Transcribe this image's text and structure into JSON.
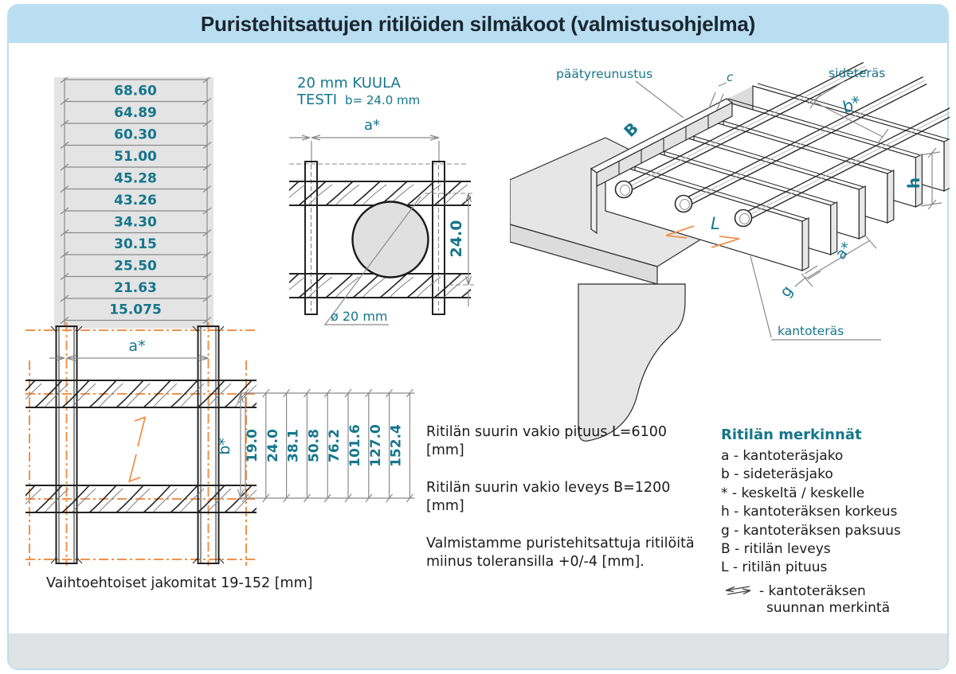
{
  "header": {
    "title": "Puristehitsattujen ritilöiden silmäkoot (valmistusohjelma)"
  },
  "size_table": {
    "values": [
      "68.60",
      "64.89",
      "60.30",
      "51.00",
      "45.28",
      "43.26",
      "34.30",
      "30.15",
      "25.50",
      "21.63",
      "15.075"
    ]
  },
  "mesh_detail": {
    "dim_a": "a*",
    "dim_b": "b*",
    "pitch_values": [
      "19.0",
      "24.0",
      "38.1",
      "50.8",
      "76.2",
      "101.6",
      "127.0",
      "152.4"
    ]
  },
  "ball_test": {
    "title_line1": "20 mm KUULA",
    "title_line2": "TESTI",
    "title_line2_value": "b= 24.0 mm",
    "dim_a": "a*",
    "dim_b": "24.0",
    "diameter_label": "ø 20 mm"
  },
  "iso_view": {
    "paatyreunustus": "päätyreunustus",
    "sideteras": "sideteräs",
    "kantoteras": "kantoteräs",
    "c": "c",
    "b_star": "b*",
    "B": "B",
    "h": "h",
    "L": "L",
    "a_star": "a*",
    "g": "g"
  },
  "info": {
    "line1": "Ritilän suurin vakio pituus L=6100 [mm]",
    "line2": "Ritilän suurin vakio leveys B=1200 [mm]",
    "line3": "Valmistamme puristehitsattuja ritilöitä",
    "line4": "miinus toleransilla +0/-4 [mm]."
  },
  "legend": {
    "title": "Ritilän merkinnät",
    "items": [
      "a - kantoteräsjako",
      "b - sideteräsjako",
      "* - keskeltä / keskelle",
      "h - kantoteräksen korkeus",
      "g - kantoteräksen paksuus",
      "B - ritilän leveys",
      "L - ritilän pituus"
    ],
    "arrow_line1": "-  kantoteräksen",
    "arrow_line2": "suunnan merkintä"
  },
  "footnote": "Vaihtoehtoiset jakomitat 19-152 [mm]",
  "colors": {
    "accent_teal": "#15768c",
    "header_blue": "#b9def1",
    "footer_gray": "#e0e3e4",
    "marking_orange": "#f2914a",
    "drawing_gray": "#e4e4e4"
  }
}
